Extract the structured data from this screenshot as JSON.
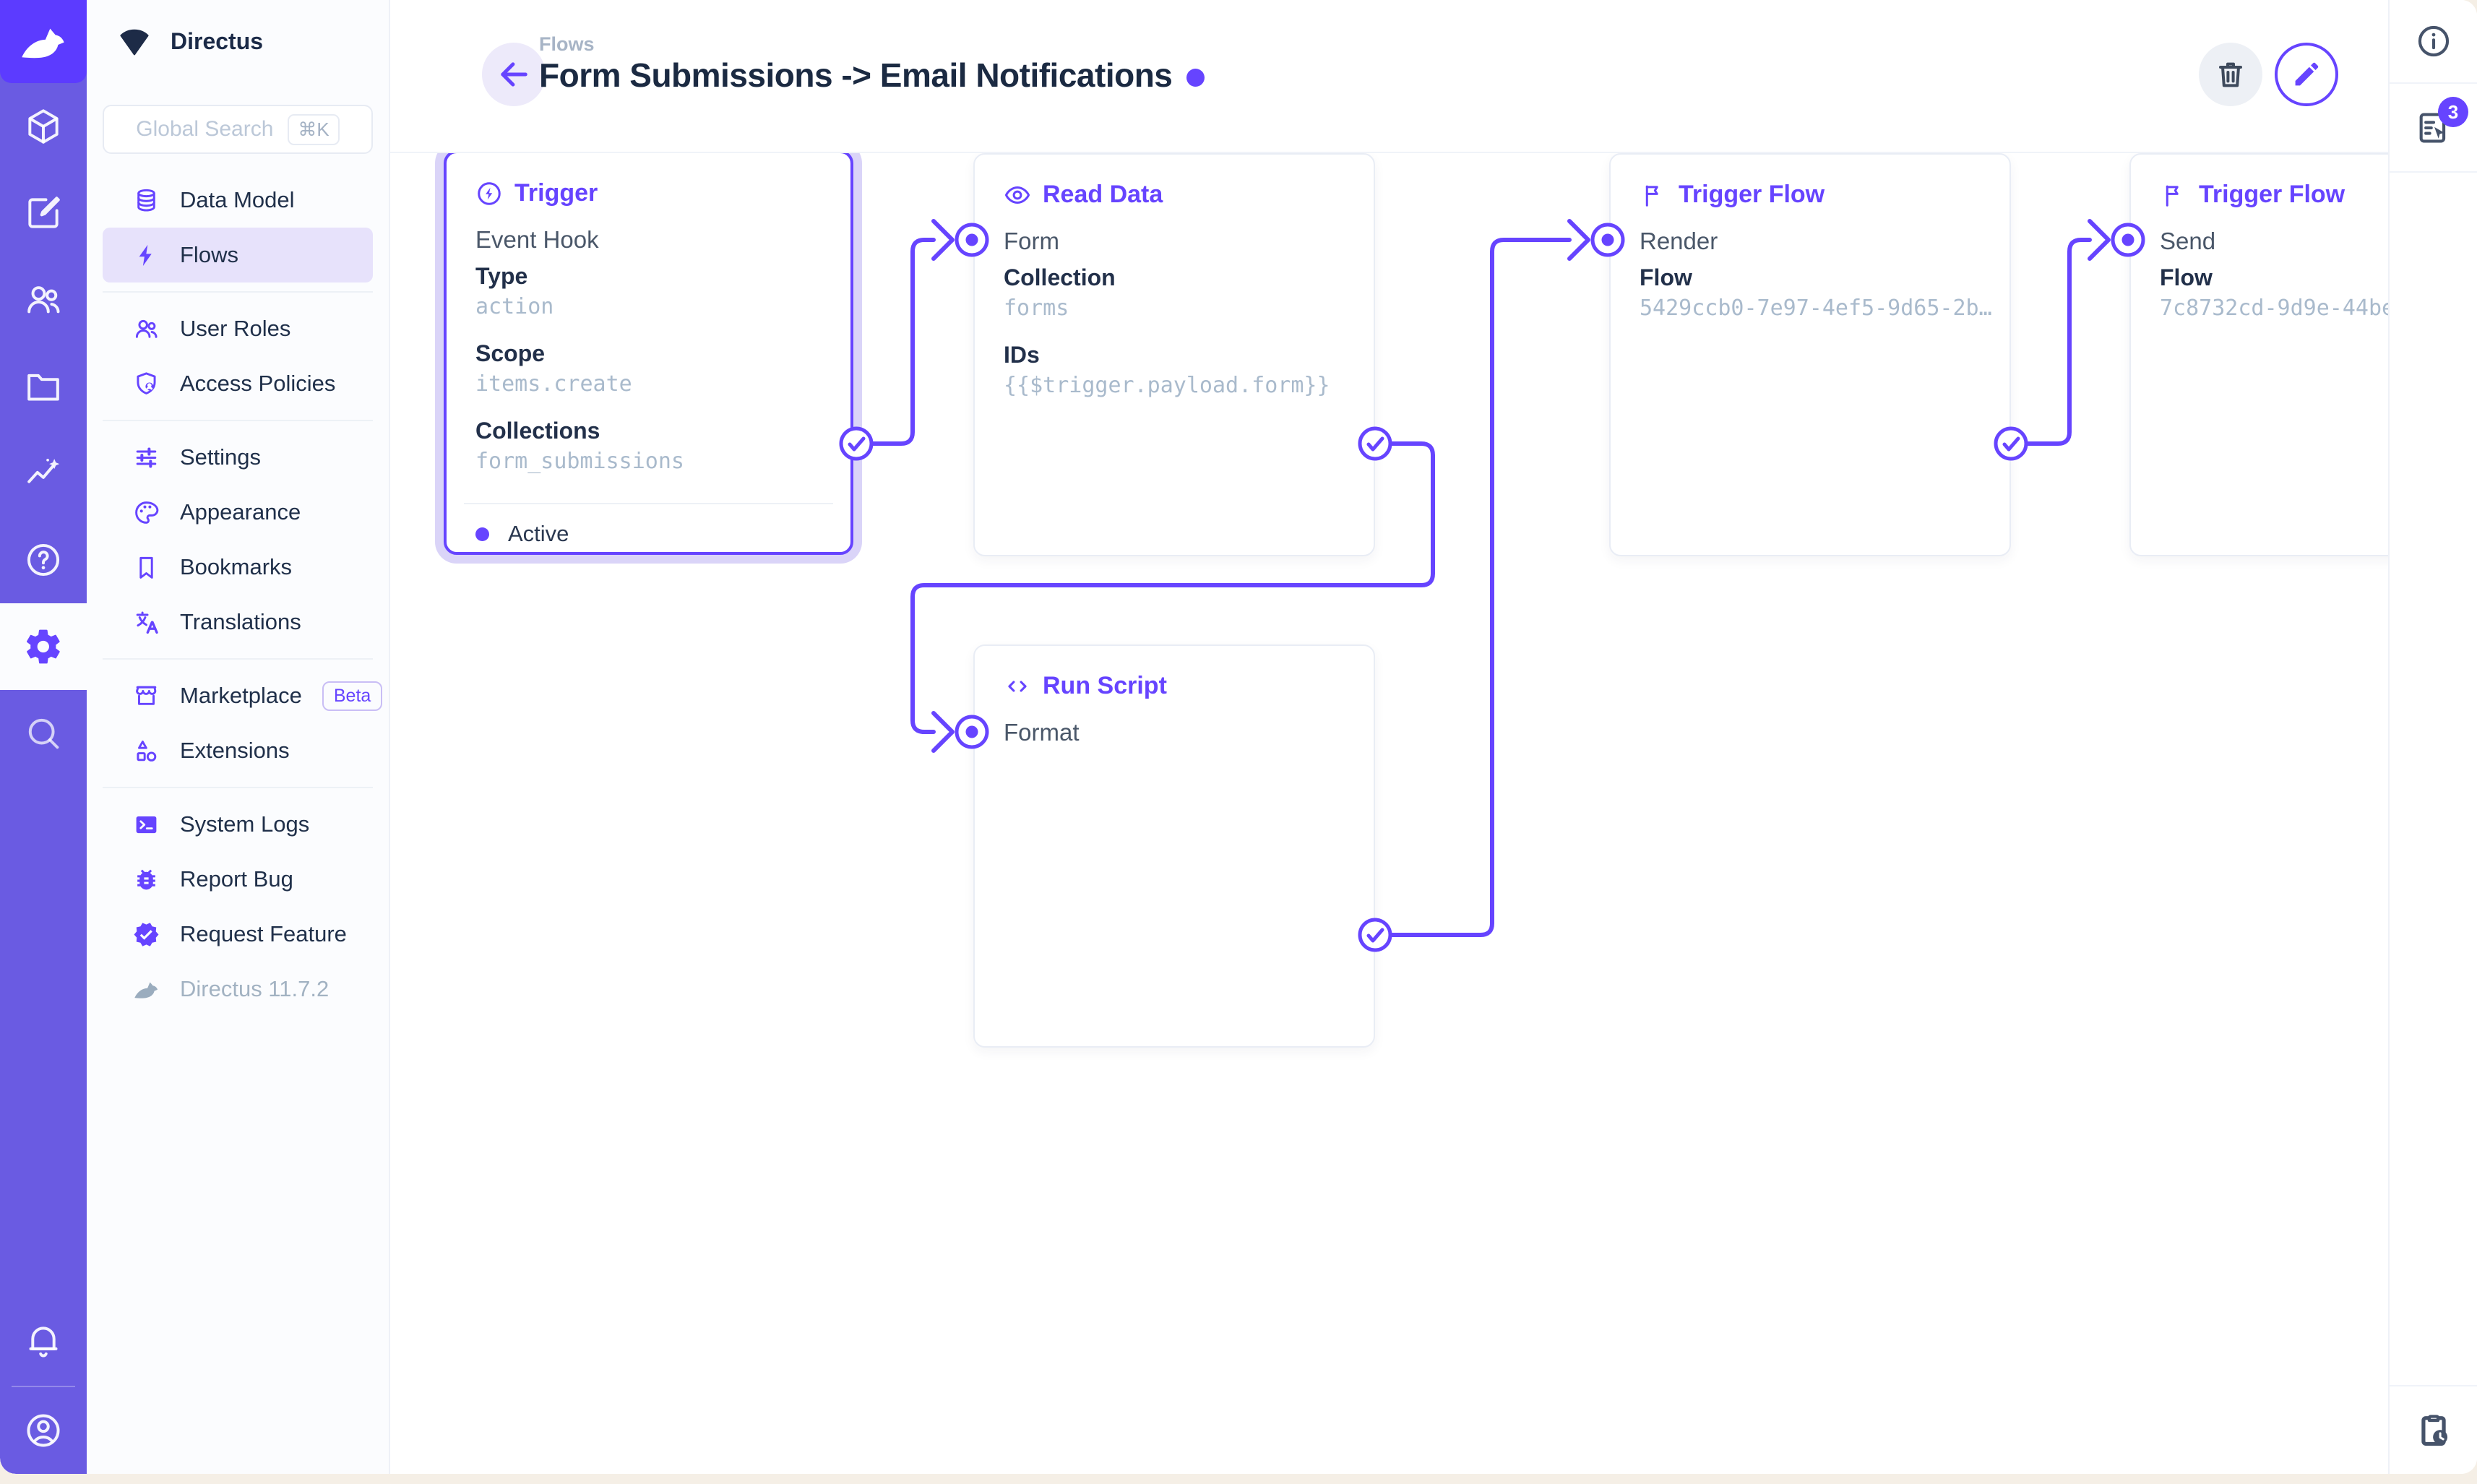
{
  "colors": {
    "accent": "#6644FF",
    "module_bar": "#6A5BE2",
    "logo_tile": "#5C3BFF",
    "selection_glow": "#DAD4F8",
    "value_text": "#A9BACC",
    "navy_text": "#1B2A42"
  },
  "module_bar": {
    "logo_icon": "directus-rabbit-icon",
    "modules": [
      "content-module",
      "editor-module",
      "users-module",
      "files-module",
      "insights-module",
      "help-module"
    ],
    "active_module": "settings-module",
    "search_module": "search-module",
    "bottom_modules": [
      "notifications-module",
      "account-module"
    ]
  },
  "sidebar": {
    "project_name": "Directus",
    "search_placeholder": "Global Search",
    "search_shortcut": "⌘K",
    "items": [
      {
        "label": "Data Model",
        "icon": "database-icon"
      },
      {
        "label": "Flows",
        "icon": "bolt-icon",
        "active": true
      },
      {
        "label": "User Roles",
        "icon": "users-icon"
      },
      {
        "label": "Access Policies",
        "icon": "shield-user-icon"
      },
      {
        "label": "Settings",
        "icon": "tune-icon"
      },
      {
        "label": "Appearance",
        "icon": "palette-icon"
      },
      {
        "label": "Bookmarks",
        "icon": "bookmark-icon"
      },
      {
        "label": "Translations",
        "icon": "translate-icon"
      },
      {
        "label": "Marketplace",
        "icon": "storefront-icon",
        "badge": "Beta"
      },
      {
        "label": "Extensions",
        "icon": "shapes-icon"
      },
      {
        "label": "System Logs",
        "icon": "terminal-icon"
      },
      {
        "label": "Report Bug",
        "icon": "bug-icon"
      },
      {
        "label": "Request Feature",
        "icon": "feature-icon"
      }
    ],
    "version": "Directus 11.7.2"
  },
  "header": {
    "breadcrumb": "Flows",
    "title": "Form Submissions -> Email Notifications"
  },
  "canvas": {
    "panels": [
      {
        "id": "trigger",
        "icon": "bolt-circle-icon",
        "title": "Trigger",
        "name": "Event Hook",
        "fields": [
          {
            "label": "Type",
            "value": "action"
          },
          {
            "label": "Scope",
            "value": "items.create"
          },
          {
            "label": "Collections",
            "value": "form_submissions"
          }
        ],
        "status": "Active",
        "selected": true
      },
      {
        "id": "read-data",
        "icon": "eye-icon",
        "title": "Read Data",
        "name": "Form",
        "fields": [
          {
            "label": "Collection",
            "value": "forms"
          },
          {
            "label": "IDs",
            "value": "{{$trigger.payload.form}}"
          }
        ]
      },
      {
        "id": "trigger-flow-render",
        "icon": "flag-icon",
        "title": "Trigger Flow",
        "name": "Render",
        "fields": [
          {
            "label": "Flow",
            "value": "5429ccb0-7e97-4ef5-9d65-2b…"
          }
        ]
      },
      {
        "id": "trigger-flow-send",
        "icon": "flag-icon",
        "title": "Trigger Flow",
        "name": "Send",
        "fields": [
          {
            "label": "Flow",
            "value": "7c8732cd-9d9e-44be"
          }
        ]
      },
      {
        "id": "run-script",
        "icon": "code-icon",
        "title": "Run Script",
        "name": "Format",
        "fields": []
      }
    ]
  },
  "right_sidebar": {
    "notification_count": "3"
  }
}
